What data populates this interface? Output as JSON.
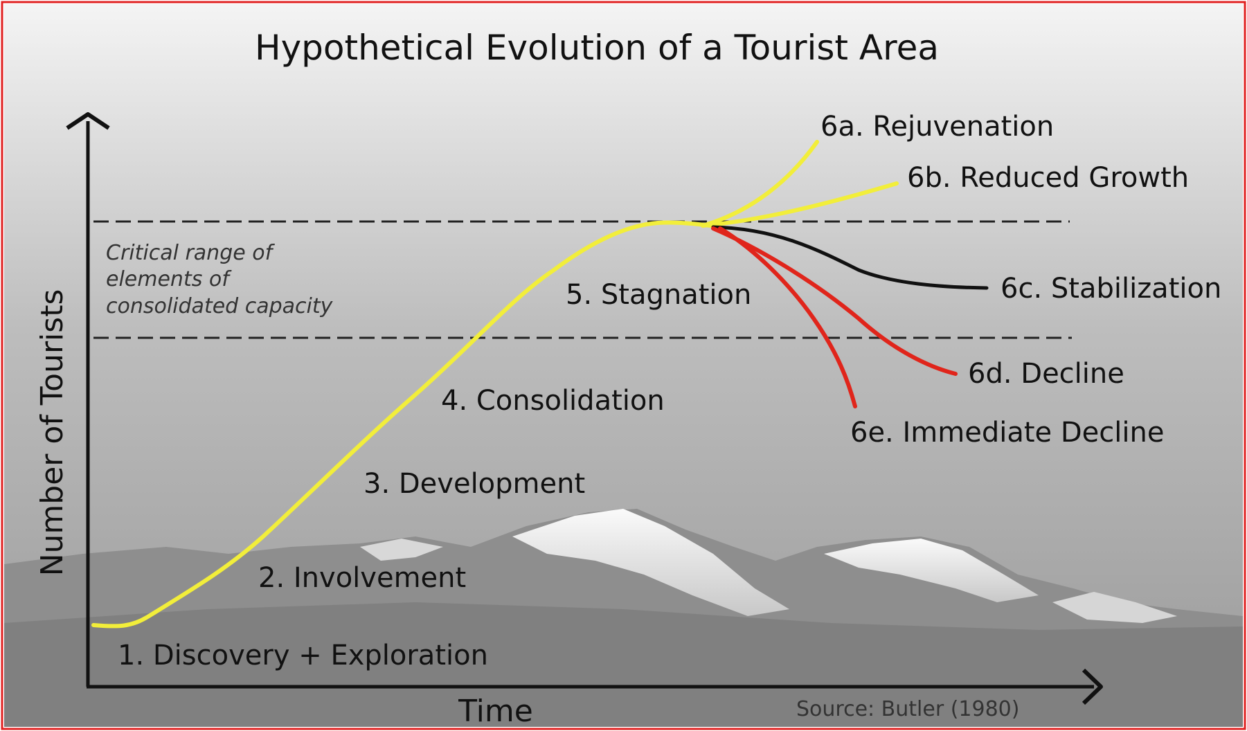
{
  "title": "Hypothetical Evolution of a Tourist Area",
  "axes": {
    "x_label": "Time",
    "y_label": "Number of Tourists"
  },
  "critical_range": {
    "lines": [
      "Critical range of",
      "elements of",
      "consolidated capacity"
    ]
  },
  "stages": {
    "discovery": "1. Discovery + Exploration",
    "involvement": "2. Involvement",
    "development": "3. Development",
    "consolidation": "4. Consolidation",
    "stagnation": "5. Stagnation"
  },
  "outcomes": {
    "rejuvenation": "6a. Rejuvenation",
    "reduced_growth": "6b. Reduced Growth",
    "stabilization": "6c. Stabilization",
    "decline": "6d. Decline",
    "immediate_decline": "6e. Immediate Decline"
  },
  "source": "Source: Butler (1980)",
  "colors": {
    "growth_curve": "#f2ee3a",
    "stabilization_curve": "#111111",
    "decline_curves": "#e0251b",
    "border": "#e02020",
    "axis": "#111111"
  }
}
